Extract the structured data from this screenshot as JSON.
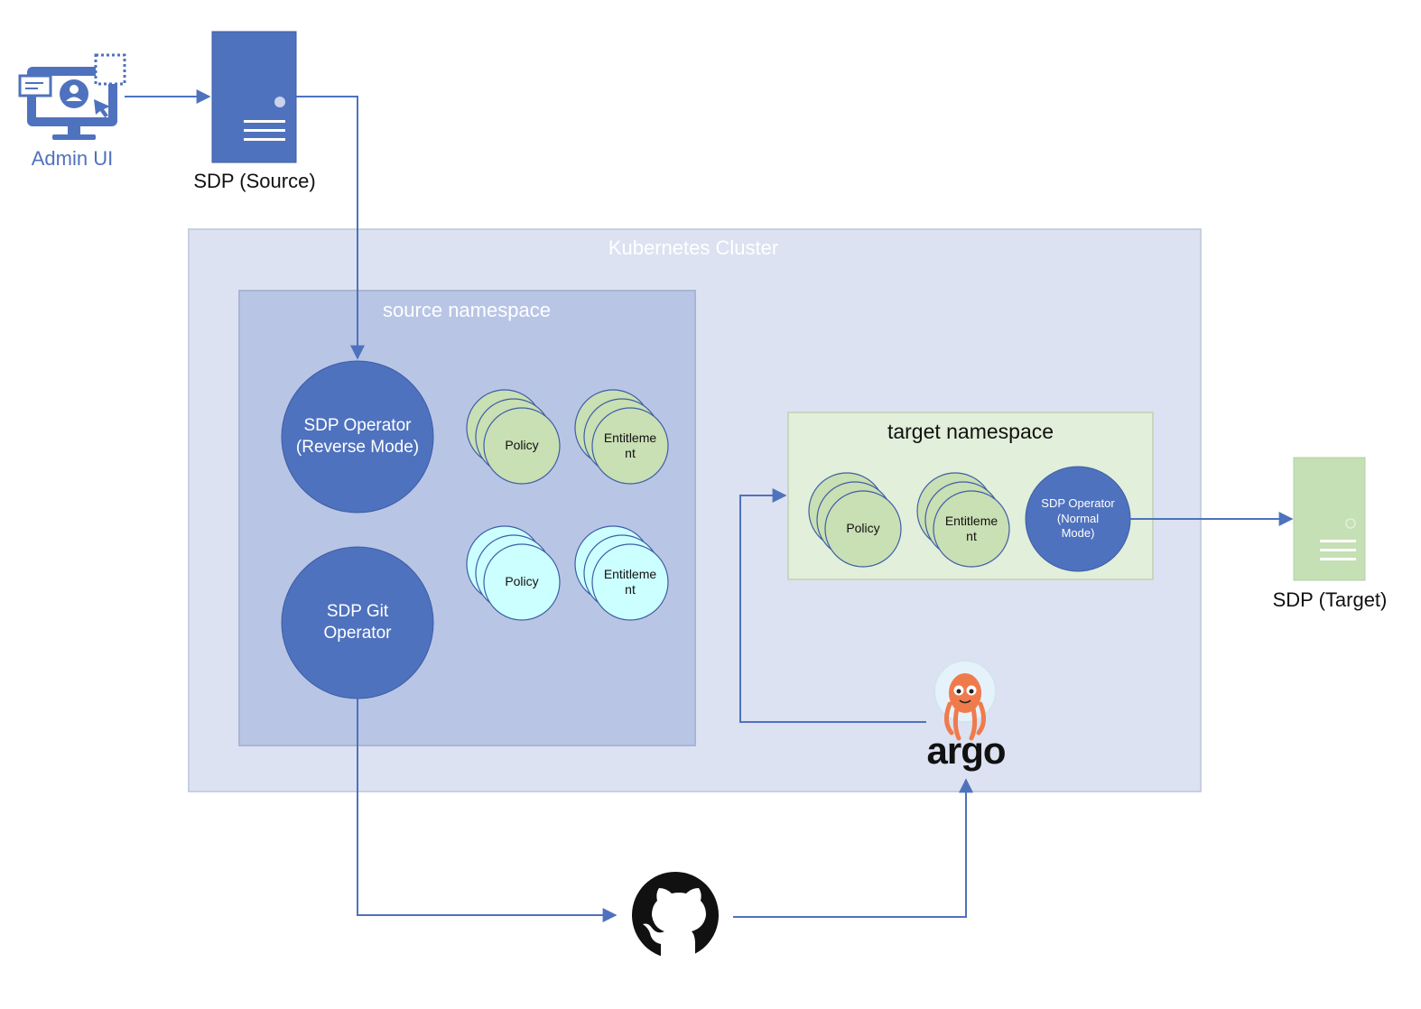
{
  "nodes": {
    "admin_ui": {
      "label": "Admin UI"
    },
    "sdp_source": {
      "label": "SDP (Source)"
    },
    "sdp_target": {
      "label": "SDP (Target)"
    },
    "kubernetes_cluster": {
      "label": "Kubernetes Cluster"
    },
    "source_namespace": {
      "label": "source namespace",
      "operator_reverse": {
        "line1": "SDP Operator",
        "line2": "(Reverse Mode)"
      },
      "git_operator": {
        "line1": "SDP Git",
        "line2": "Operator"
      },
      "policy_green": "Policy",
      "entitlement_green": {
        "line1": "Entitleme",
        "line2": "nt"
      },
      "policy_cyan": "Policy",
      "entitlement_cyan": {
        "line1": "Entitleme",
        "line2": "nt"
      }
    },
    "target_namespace": {
      "label": "target namespace",
      "policy": "Policy",
      "entitlement": {
        "line1": "Entitleme",
        "line2": "nt"
      },
      "operator_normal": {
        "line1": "SDP Operator",
        "line2": "(Normal",
        "line3": "Mode)"
      }
    },
    "argo": {
      "label": "argo"
    }
  },
  "colors": {
    "accent_blue": "#4f72be",
    "cluster_bg": "#dce2f1",
    "source_ns_bg": "#b8c5e5",
    "target_ns_bg": "#e2efda",
    "green_circle": "#c9dfb4",
    "cyan_circle": "#ccffff",
    "target_server": "#c5e0b4"
  }
}
